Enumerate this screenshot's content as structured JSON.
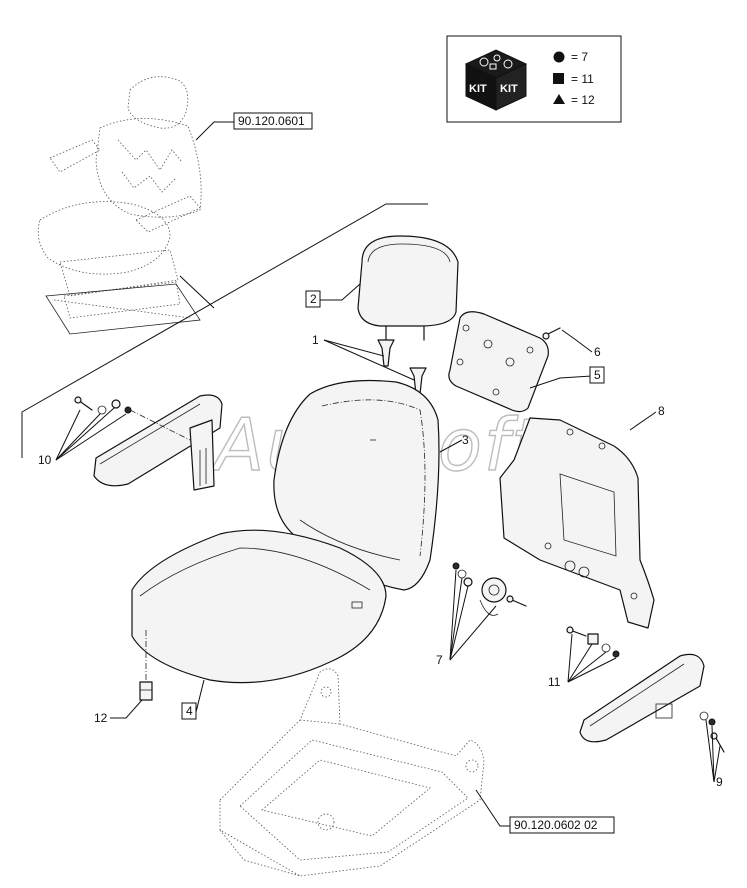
{
  "watermark": "AutoSoft",
  "legend": {
    "kit_label": "KIT",
    "items": [
      {
        "symbol": "circle",
        "text": "= 7"
      },
      {
        "symbol": "square",
        "text": "= 11"
      },
      {
        "symbol": "triangle",
        "text": "= 12"
      }
    ]
  },
  "references": {
    "seat_assembly": "90.120.0601",
    "base_frame": "90.120.0602 02"
  },
  "callouts": {
    "c1": "1",
    "c2": "2",
    "c3": "3",
    "c4": "4",
    "c5": "5",
    "c6": "6",
    "c7": "7",
    "c8": "8",
    "c9": "9",
    "c10": "10",
    "c11": "11",
    "c12": "12"
  }
}
